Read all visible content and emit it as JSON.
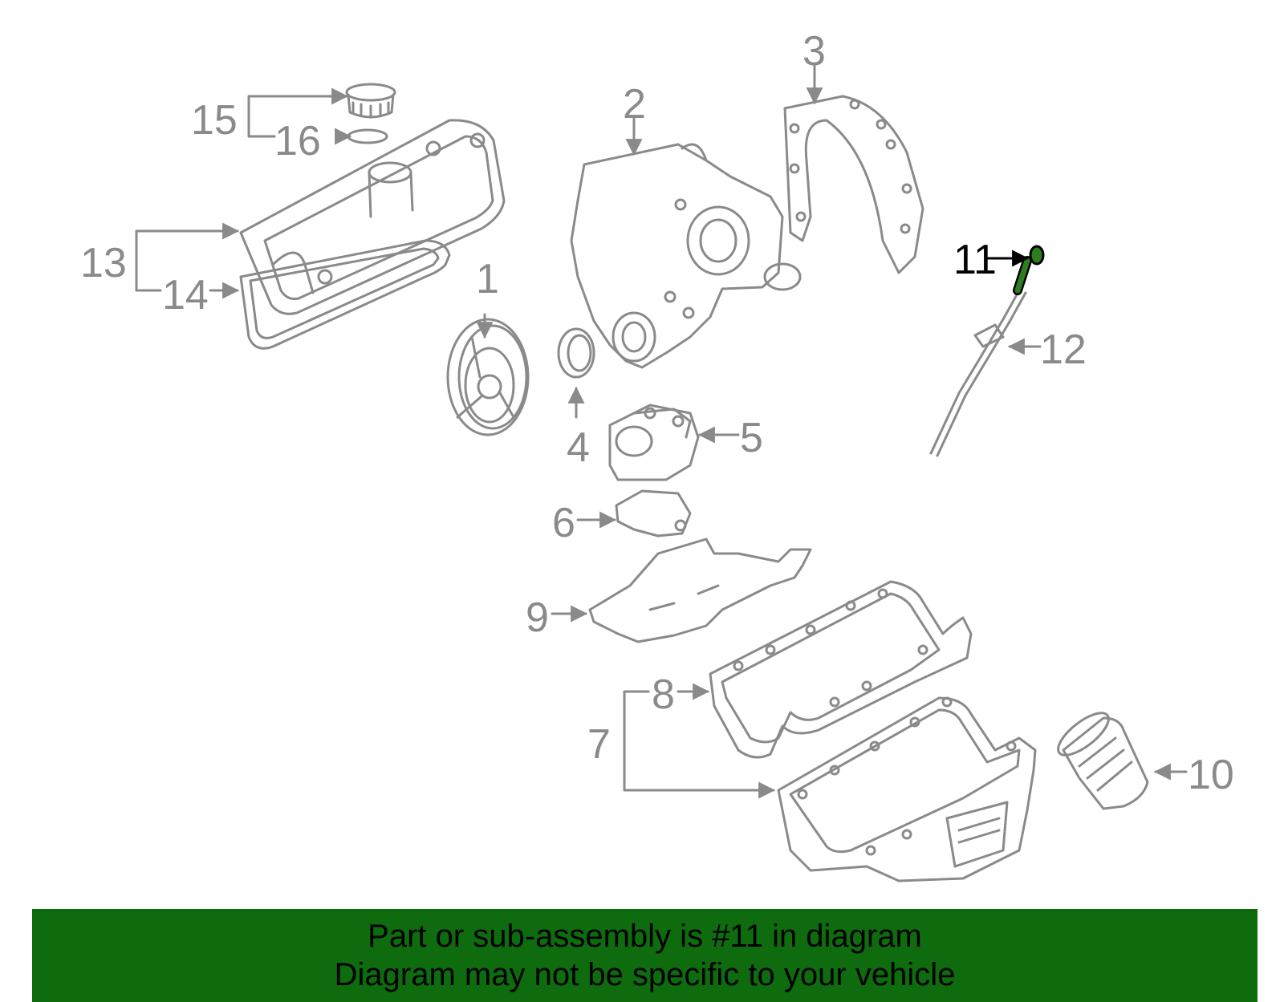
{
  "callouts": {
    "c1": "1",
    "c2": "2",
    "c3": "3",
    "c4": "4",
    "c5": "5",
    "c6": "6",
    "c7": "7",
    "c8": "8",
    "c9": "9",
    "c10": "10",
    "c11": "11",
    "c12": "12",
    "c13": "13",
    "c14": "14",
    "c15": "15",
    "c16": "16"
  },
  "highlighted_part": "11",
  "colors": {
    "outline": "#8a8a8a",
    "highlight": "#2e7d1e",
    "banner": "#0e6b0e",
    "banner_text": "#000000"
  },
  "banner": {
    "line1": "Part or sub-assembly is #11 in diagram",
    "line2": "Diagram may not be specific to your vehicle"
  }
}
